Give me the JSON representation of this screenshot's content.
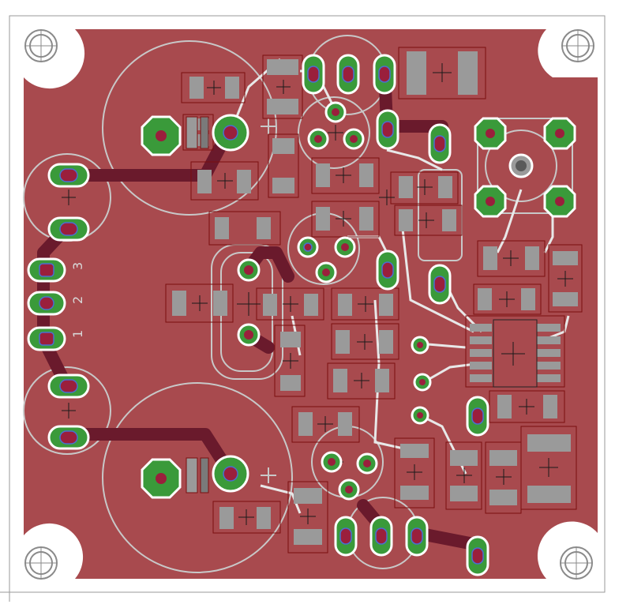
{
  "colors": {
    "background": "#ffffff",
    "board_outline": "#9a9a9a",
    "copper_pour": "#a84a4e",
    "top_trace": "#6a1a2c",
    "pad": "#3a9a3a",
    "drill": "#9a1f3c",
    "silkscreen": "#c8c8c8",
    "component_outline": "#7a0f0f",
    "smd_pad": "#9a9a9a"
  },
  "connector_labels": {
    "pin3": "3",
    "pin2": "2",
    "pin1": "1"
  }
}
